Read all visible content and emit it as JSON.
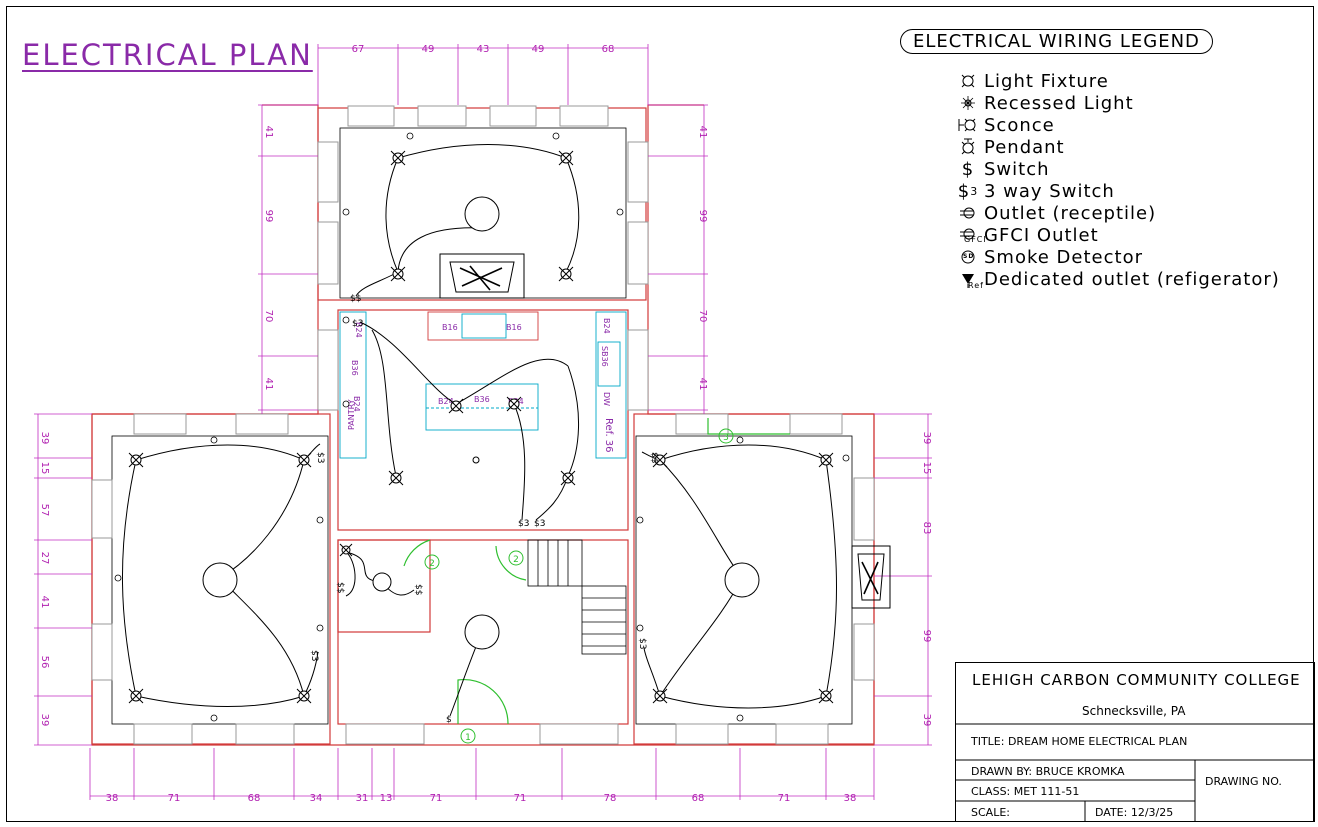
{
  "title": "ELECTRICAL PLAN",
  "legend": {
    "title": "ELECTRICAL WIRING LEGEND",
    "items": [
      {
        "icon": "light-fixture-icon",
        "label": "Light Fixture"
      },
      {
        "icon": "recessed-light-icon",
        "label": "Recessed Light"
      },
      {
        "icon": "sconce-icon",
        "label": "Sconce"
      },
      {
        "icon": "pendant-icon",
        "label": "Pendant"
      },
      {
        "icon": "switch-icon",
        "label": "Switch",
        "glyph": "$"
      },
      {
        "icon": "three-way-switch-icon",
        "label": "3 way Switch",
        "glyph": "$",
        "sub": "3"
      },
      {
        "icon": "outlet-icon",
        "label": "Outlet (receptile)"
      },
      {
        "icon": "gfci-outlet-icon",
        "label": "GFCI Outlet",
        "tag": "GFCI"
      },
      {
        "icon": "smoke-detector-icon",
        "label": "Smoke Detector",
        "tag": "SD"
      },
      {
        "icon": "dedicated-outlet-icon",
        "label": "Dedicated outlet (refigerator)",
        "tag": "Ref"
      }
    ]
  },
  "dimensions": {
    "top": [
      "67",
      "49",
      "43",
      "49",
      "68"
    ],
    "bottom": [
      "38",
      "71",
      "68",
      "34",
      "31",
      "13",
      "71",
      "71",
      "78",
      "68",
      "71",
      "38"
    ],
    "upper_left": [
      "41",
      "99",
      "70",
      "41"
    ],
    "upper_right": [
      "41",
      "99",
      "70",
      "41"
    ],
    "lower_left": [
      "39",
      "15",
      "57",
      "27",
      "41",
      "56",
      "39"
    ],
    "lower_right": [
      "39",
      "15",
      "83",
      "99",
      "39"
    ]
  },
  "cabinets": {
    "b16_left": "B16",
    "b16_right": "B16",
    "b24_top_left": "B24",
    "b36_left": "B36",
    "pantry": "PANTRY",
    "b24_left": "B24",
    "b24_right": "B24",
    "sb36": "SB36",
    "dw": "DW",
    "ref": "Ref. 36",
    "island_b24_left": "B24",
    "island_b36": "B36",
    "island_b24_right": "B24"
  },
  "door_tags": [
    "1",
    "2",
    "2",
    "3"
  ],
  "symbols": {
    "switch": "$",
    "switch_pair": "$$",
    "three_way": "$3"
  },
  "title_block": {
    "school": "LEHIGH CARBON COMMUNITY COLLEGE",
    "location": "Schnecksville, PA",
    "title": "TITLE: DREAM HOME ELECTRICAL PLAN",
    "drawn_by": "DRAWN BY: BRUCE KROMKA",
    "class": "CLASS: MET 111-51",
    "scale": "SCALE:",
    "date": "DATE: 12/3/25",
    "drawing_no": "DRAWING NO."
  }
}
